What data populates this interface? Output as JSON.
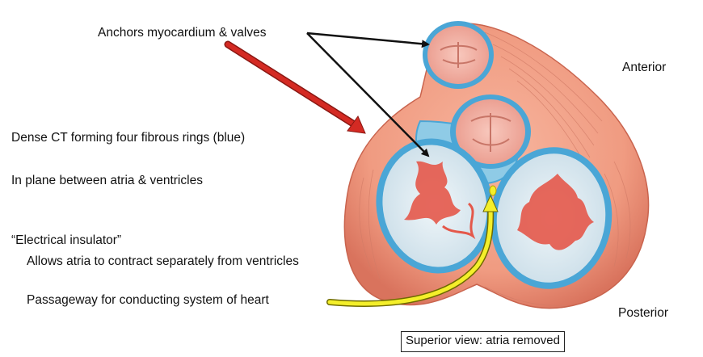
{
  "labels": {
    "anchors": "Anchors myocardium & valves",
    "dense_ct": "Dense CT forming four fibrous rings (blue)",
    "in_plane": "In plane between atria & ventricles",
    "electrical": "“Electrical insulator”",
    "allows": "Allows atria to contract separately from ventricles",
    "passageway": "Passageway for conducting system of heart",
    "anterior": "Anterior",
    "posterior": "Posterior",
    "caption": "Superior view: atria removed"
  },
  "colors": {
    "tissue": "#f2a28a",
    "tissue_dark": "#d8735c",
    "ring": "#4aa6d6",
    "valve_fill": "#dfeef5",
    "valve_red": "#e4584a",
    "red_arrow": "#d42a23",
    "yellow_arrow": "#f4ef2a"
  }
}
